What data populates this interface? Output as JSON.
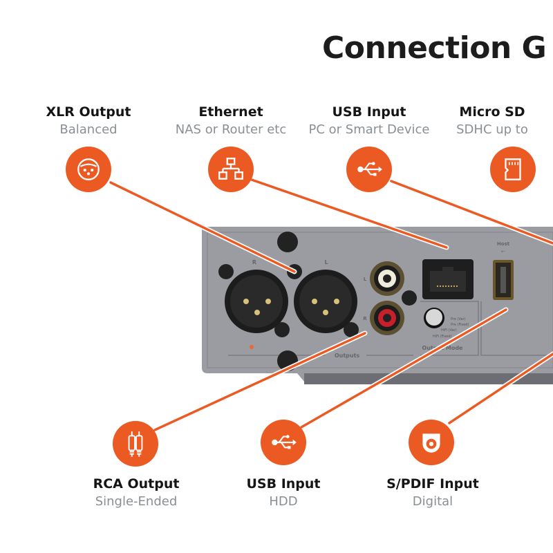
{
  "title": "Connection G",
  "colors": {
    "accent": "#ec5a24",
    "panel": "#9a9ca2",
    "panel_dark": "#6c6e74",
    "text": "#151515",
    "subtext": "#8a8f94"
  },
  "top_connections": [
    {
      "name": "XLR Output",
      "sub": "Balanced",
      "icon": "xlr-connector-icon"
    },
    {
      "name": "Ethernet",
      "sub": "NAS or Router etc",
      "icon": "network-icon"
    },
    {
      "name": "USB Input",
      "sub": "PC or Smart Device",
      "icon": "usb-icon"
    },
    {
      "name": "Micro SD",
      "sub": "SDHC up to",
      "icon": "sd-card-icon"
    }
  ],
  "bottom_connections": [
    {
      "name": "RCA Output",
      "sub": "Single-Ended",
      "icon": "rca-plugs-icon"
    },
    {
      "name": "USB Input",
      "sub": "HDD",
      "icon": "usb-icon"
    },
    {
      "name": "S/PDIF Input",
      "sub": "Digital",
      "icon": "spdif-coaxial-icon"
    }
  ],
  "panel_labels": {
    "xlr_right": "R",
    "xlr_left": "L",
    "rca_left": "L",
    "rca_right": "R",
    "outputs": "Outputs",
    "output_mode": "Output Mode",
    "mode_options": [
      "Pre (Var)",
      "Pre (Fixed)",
      "HiFi (Var)",
      "HiFi (Fixed)"
    ],
    "host": "Host"
  }
}
